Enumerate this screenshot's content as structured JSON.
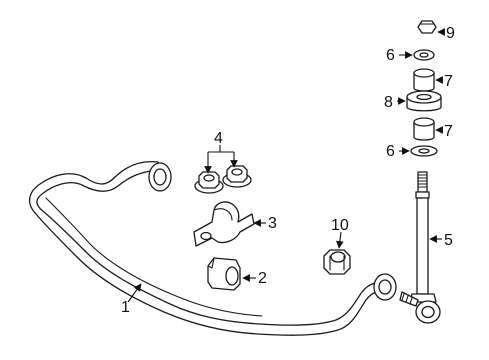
{
  "diagram": {
    "callouts": [
      {
        "id": "1",
        "text": "1"
      },
      {
        "id": "2",
        "text": "2"
      },
      {
        "id": "3",
        "text": "3"
      },
      {
        "id": "4",
        "text": "4"
      },
      {
        "id": "5",
        "text": "5"
      },
      {
        "id": "6a",
        "text": "6"
      },
      {
        "id": "6b",
        "text": "6"
      },
      {
        "id": "7a",
        "text": "7"
      },
      {
        "id": "7b",
        "text": "7"
      },
      {
        "id": "8",
        "text": "8"
      },
      {
        "id": "9",
        "text": "9"
      },
      {
        "id": "10",
        "text": "10"
      }
    ]
  }
}
